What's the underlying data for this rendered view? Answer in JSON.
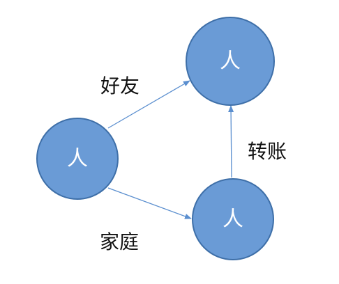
{
  "colors": {
    "node_fill": "#6a9bd6",
    "node_stroke": "#3e6fa8",
    "edge": "#5b8fcf",
    "text_on_node": "#ffffff",
    "edge_text": "#111111"
  },
  "nodes": [
    {
      "id": "top",
      "label": "人"
    },
    {
      "id": "left",
      "label": "人"
    },
    {
      "id": "bottom",
      "label": "人"
    }
  ],
  "edges": [
    {
      "from": "left",
      "to": "top",
      "label": "好友"
    },
    {
      "from": "left",
      "to": "bottom",
      "label": "家庭"
    },
    {
      "from": "bottom",
      "to": "top",
      "label": "转账"
    }
  ]
}
